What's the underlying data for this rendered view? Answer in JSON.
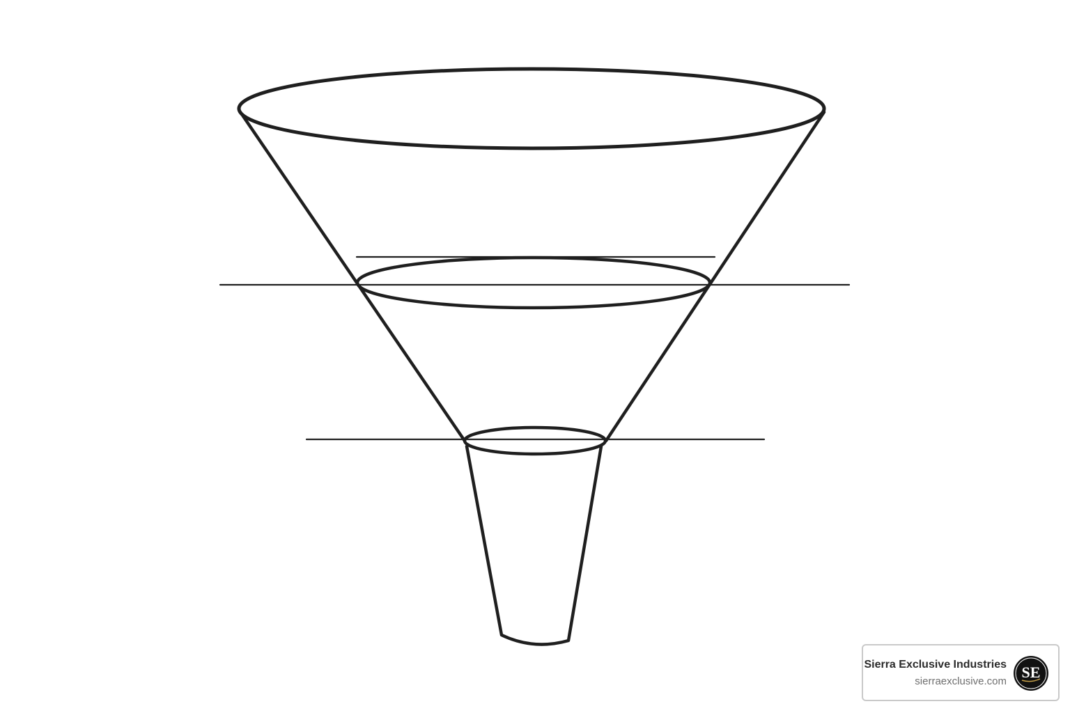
{
  "diagram": {
    "type": "funnel",
    "stages": 3,
    "colors": {
      "stroke": "#1f1f1f",
      "background": "#ffffff"
    }
  },
  "badge": {
    "company_name": "Sierra Exclusive Industries",
    "website": "sierraexclusive.com",
    "logo_text": "SE",
    "logo_icon": "sierra-exclusive-logo-icon",
    "colors": {
      "logo_bg": "#111111",
      "logo_fg": "#ffffff",
      "logo_accent": "#c8a24a",
      "border": "#c9c9c9"
    }
  }
}
